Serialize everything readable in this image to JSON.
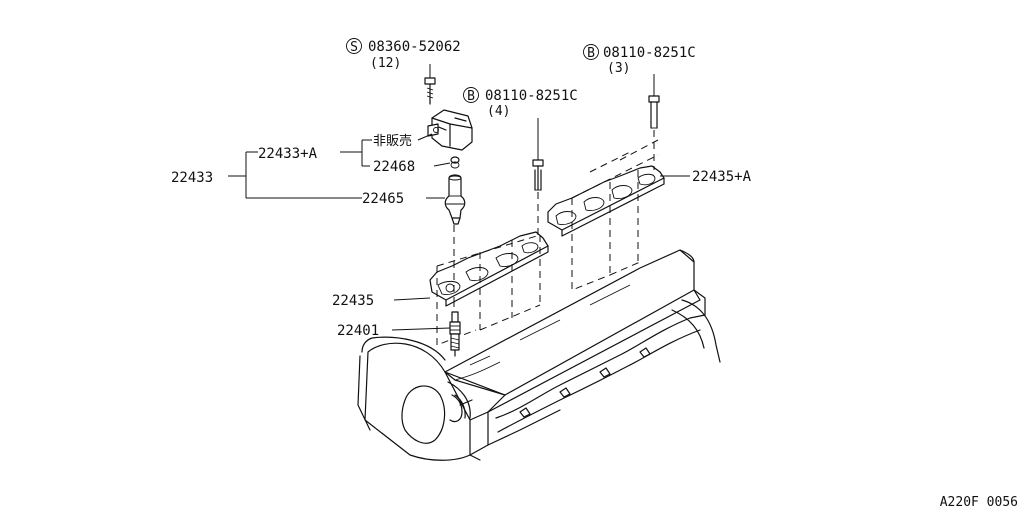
{
  "callouts": {
    "screw_marker": "S",
    "screw_part": "08360-52062",
    "screw_qty": "(12)",
    "bolt_center_marker": "B",
    "bolt_center_part": "08110-8251C",
    "bolt_center_qty": "(4)",
    "bolt_right_marker": "B",
    "bolt_right_part": "08110-8251C",
    "bolt_right_qty": "(3)"
  },
  "parts": {
    "coil_assembly": "22433",
    "coil_subassembly": "22433+A",
    "not_for_sale_note": "非販売",
    "seal_ring": "22468",
    "coil_boot": "22465",
    "gasket_right": "22435+A",
    "gasket_left": "22435",
    "spark_plug": "22401"
  },
  "diagram_code": "A220F 0056"
}
